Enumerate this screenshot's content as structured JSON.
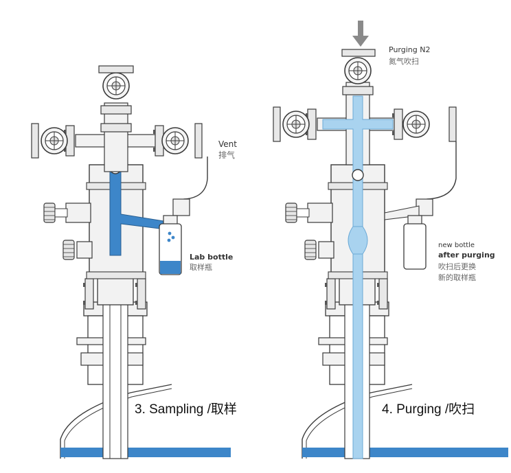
{
  "panels": [
    {
      "caption": "3. Sampling /取样",
      "labels": {
        "vent_en": "Vent",
        "vent_cn": "排气",
        "bottle_en": "Lab bottle",
        "bottle_cn": "取样瓶"
      }
    },
    {
      "caption": "4. Purging /吹扫",
      "labels": {
        "purge_en": "Purging N2",
        "purge_cn": "氮气吹扫",
        "bottle_en_1": "new bottle",
        "bottle_en_2": "after purging",
        "bottle_cn_1": "吹扫后更换",
        "bottle_cn_2": "新的取样瓶"
      }
    }
  ],
  "colors": {
    "liquid": "#3d86c9",
    "gas": "#a9d3ef",
    "steel": "#f2f2f2",
    "outline": "#3a3a3a",
    "arrow": "#8a8a8a"
  }
}
